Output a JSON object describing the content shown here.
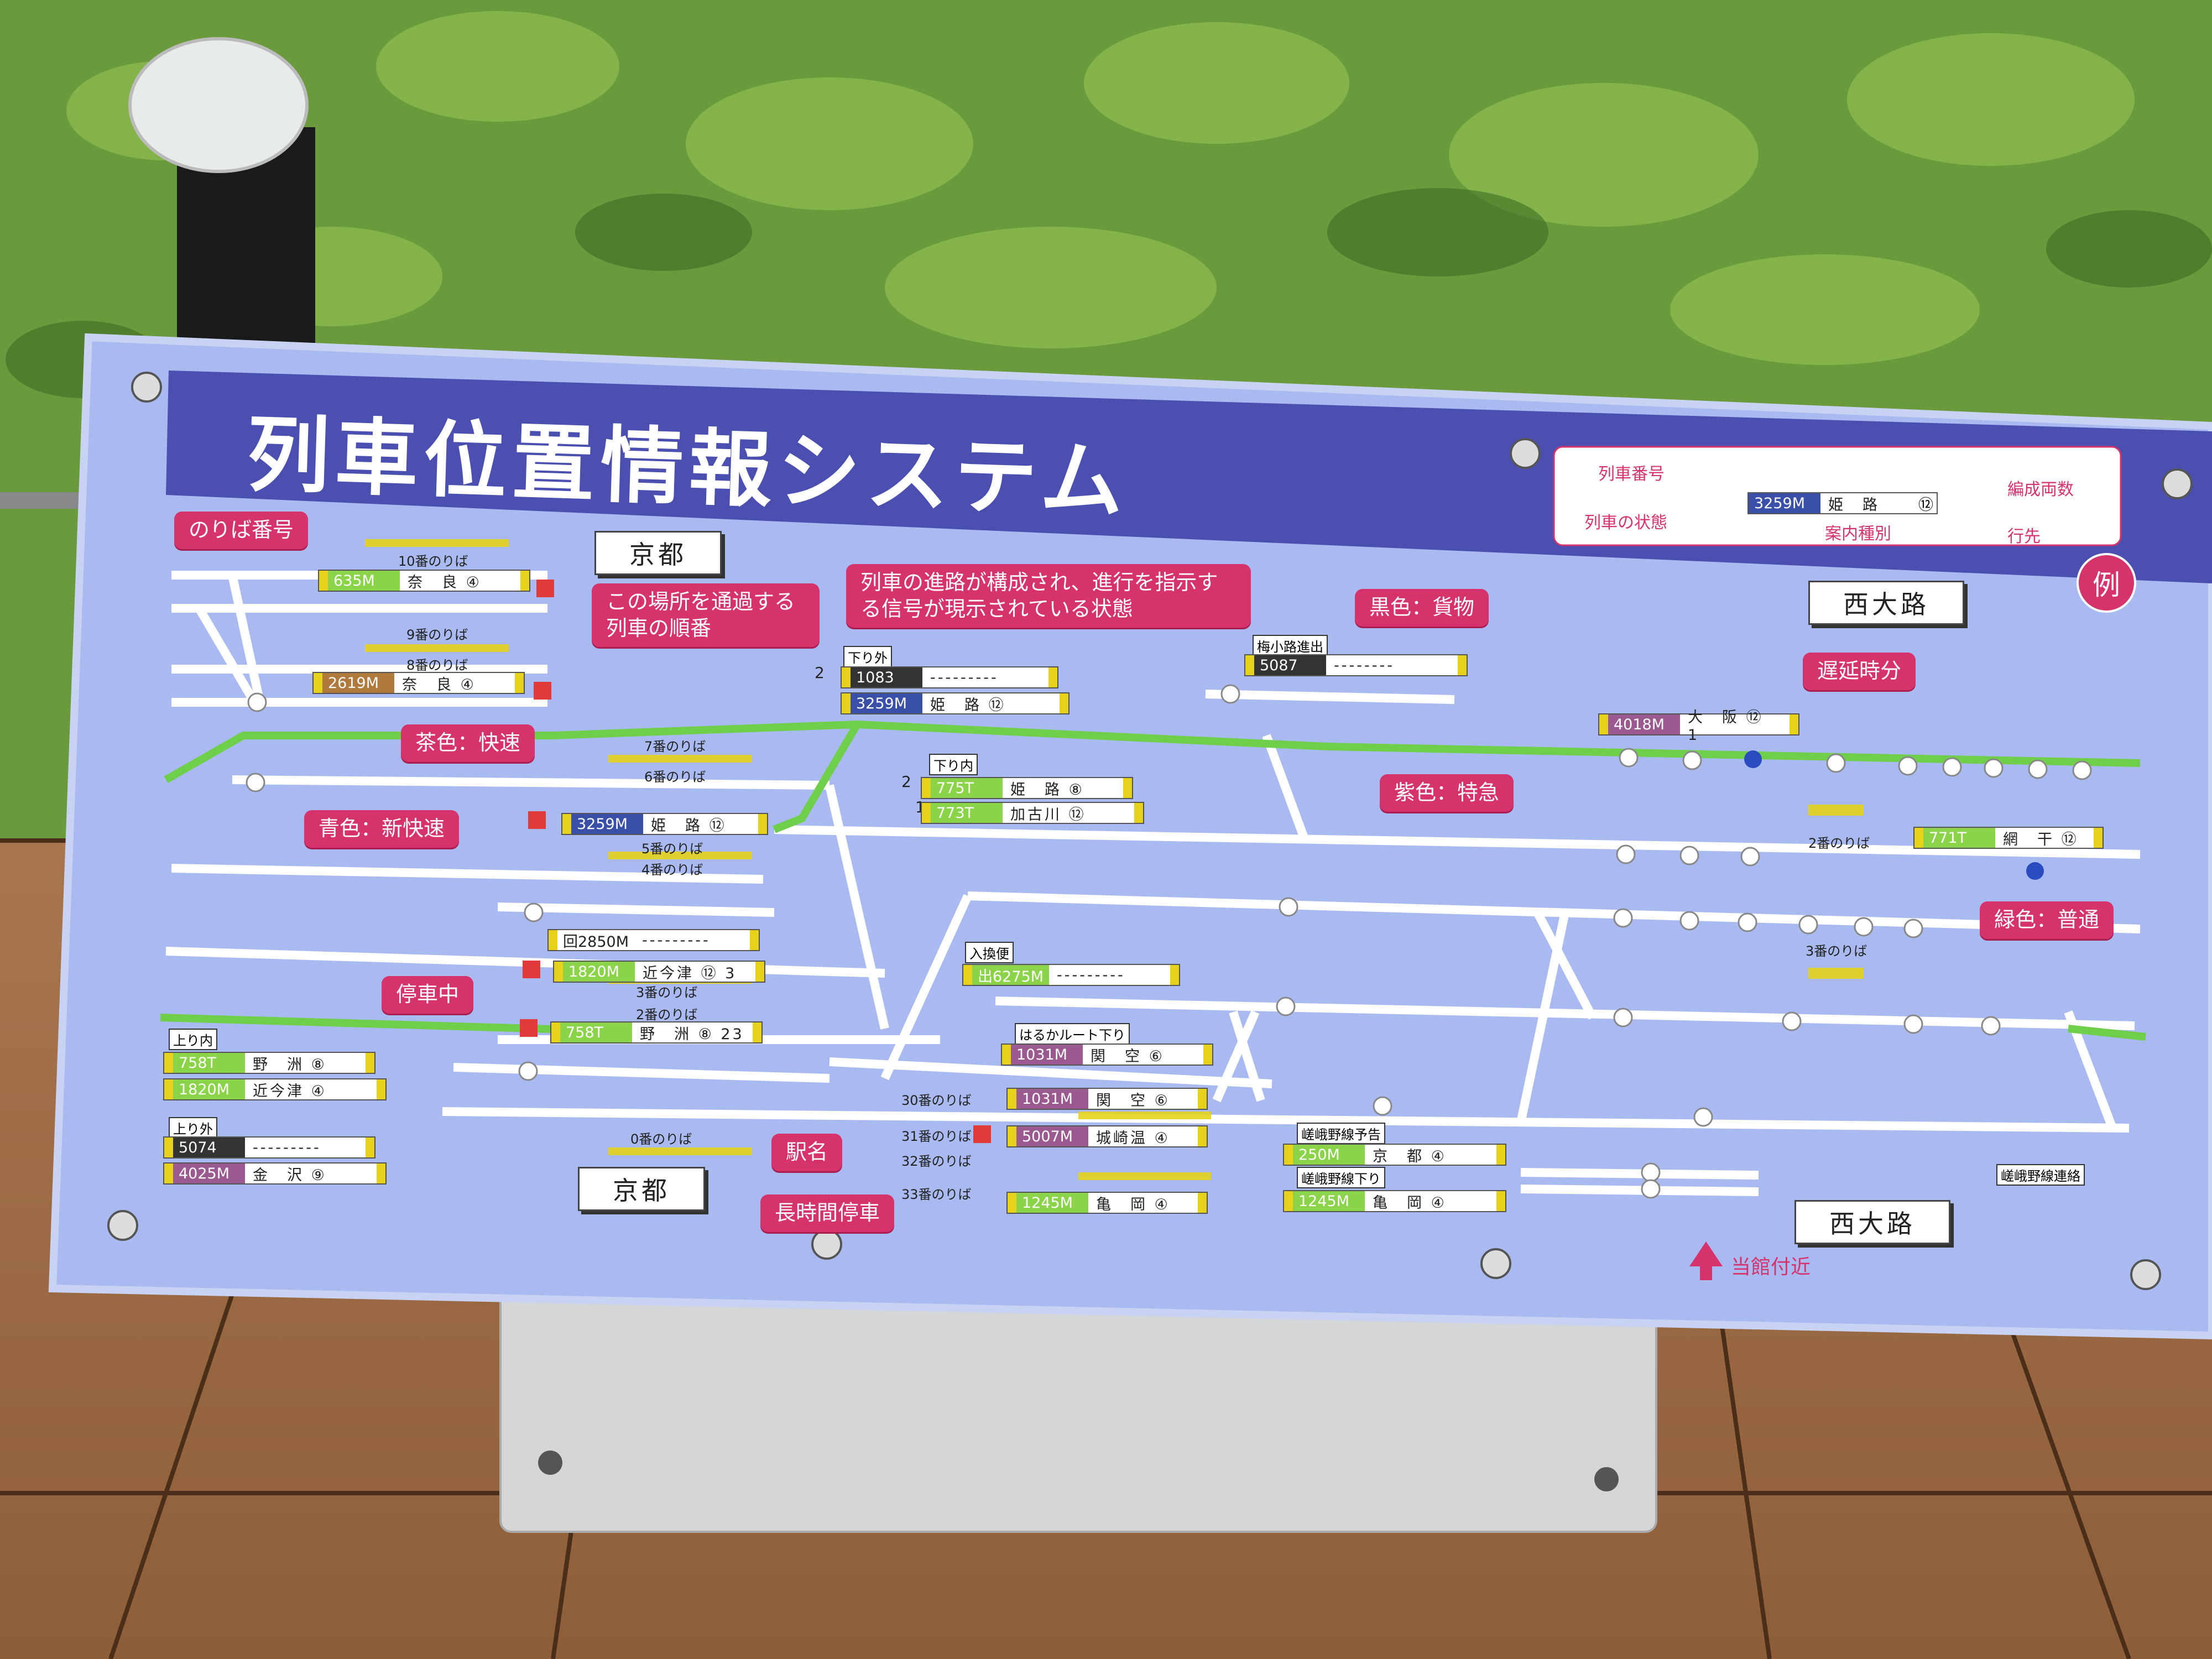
{
  "board": {
    "title": "列車位置情報システム",
    "legend": {
      "train_number": "列車番号",
      "train_status": "列車の状態",
      "guide_type": "案内種別",
      "cars": "編成両数",
      "destination": "行先",
      "sample_number": "3259M",
      "sample_destination": "姫　路",
      "sample_cars": "⑫",
      "example": "例"
    },
    "callouts": {
      "platform_number": "のりば番号",
      "passing_order": "この場所を通過する列車の順番",
      "route_set": "列車の進路が構成され、進行を指示する信号が現示されている状態",
      "black_freight": "黒色：貨物",
      "brown_rapid": "茶色：快速",
      "blue_special_rapid": "青色：新快速",
      "purple_limited_express": "紫色：特急",
      "delay": "遅延時分",
      "green_local": "緑色：普通",
      "stopped": "停車中",
      "station_name": "駅名",
      "long_stop": "長時間停車"
    },
    "stations": {
      "kyoto_top": "京都",
      "kyoto_bottom": "京都",
      "nishioji_top": "西大路",
      "nishioji_bottom": "西大路"
    },
    "platforms": [
      "10番のりば",
      "9番のりば",
      "8番のりば",
      "7番のりば",
      "6番のりば",
      "5番のりば",
      "4番のりば",
      "3番のりば",
      "2番のりば",
      "0番のりば",
      "30番のりば",
      "31番のりば",
      "32番のりば",
      "33番のりば",
      "2番のりば",
      "3番のりば"
    ],
    "tags": {
      "down_outer": "下り外",
      "down_inner": "下り内",
      "up_inner": "上り内",
      "up_outer": "上り外",
      "umekoji": "梅小路進出",
      "exchange": "入換便",
      "haruka": "はるかルート下り",
      "sagano_notice": "嵯峨野線予告",
      "sagano_down": "嵯峨野線下り",
      "sagano_link": "嵯峨野線連絡",
      "here": "当館付近"
    },
    "trains": [
      {
        "id": "t1",
        "number": "635M",
        "dest": "奈　良 ④",
        "color": "#8bd44a"
      },
      {
        "id": "t2",
        "number": "2619M",
        "dest": "奈　良 ④",
        "color": "#b07a3c"
      },
      {
        "id": "t3",
        "number": "3259M",
        "dest": "姫　路 ⑫",
        "color": "#3a4fa8"
      },
      {
        "id": "t4",
        "number": "1820M",
        "dest": "近今津 ⑫ 3",
        "color": "#8bd44a"
      },
      {
        "id": "t5",
        "number": "758T",
        "dest": "野　洲 ⑧ 23",
        "color": "#8bd44a"
      },
      {
        "id": "t6",
        "number": "758T",
        "dest": "野　洲 ⑧",
        "color": "#8bd44a"
      },
      {
        "id": "t7",
        "number": "1820M",
        "dest": "近今津 ④",
        "color": "#8bd44a"
      },
      {
        "id": "t8",
        "number": "5074",
        "dest": "---------",
        "color": "#333333"
      },
      {
        "id": "t9",
        "number": "4025M",
        "dest": "金　沢 ⑨",
        "color": "#9a5a90"
      },
      {
        "id": "t10",
        "number": "1083",
        "dest": "---------",
        "color": "#333333"
      },
      {
        "id": "t11",
        "number": "3259M",
        "dest": "姫　路 ⑫",
        "color": "#3a4fa8"
      },
      {
        "id": "t12",
        "number": "775T",
        "dest": "姫　路 ⑧",
        "color": "#8bd44a"
      },
      {
        "id": "t13",
        "number": "773T",
        "dest": "加古川 ⑫",
        "color": "#8bd44a"
      },
      {
        "id": "t14",
        "number": "5087",
        "dest": "--------",
        "color": "#333333"
      },
      {
        "id": "t15",
        "number": "4018M",
        "dest": "大　阪 ⑫ 1",
        "color": "#9a5a90"
      },
      {
        "id": "t16",
        "number": "771T",
        "dest": "網　干 ⑫",
        "color": "#8bd44a"
      },
      {
        "id": "t17",
        "number": "回2850M",
        "dest": "---------",
        "color": "#ffffff"
      },
      {
        "id": "t18",
        "number": "出6275M",
        "dest": "---------",
        "color": "#8bd44a"
      },
      {
        "id": "t19",
        "number": "1031M",
        "dest": "関　空 ⑥",
        "color": "#9a5a90"
      },
      {
        "id": "t20",
        "number": "1031M",
        "dest": "関　空 ⑥",
        "color": "#9a5a90"
      },
      {
        "id": "t21",
        "number": "5007M",
        "dest": "城崎温 ④",
        "color": "#9a5a90"
      },
      {
        "id": "t22",
        "number": "1245M",
        "dest": "亀　岡 ④",
        "color": "#8bd44a"
      },
      {
        "id": "t23",
        "number": "250M",
        "dest": "京　都 ④",
        "color": "#8bd44a"
      },
      {
        "id": "t24",
        "number": "1245M",
        "dest": "亀　岡 ④",
        "color": "#8bd44a"
      }
    ],
    "order_labels": {
      "two_a": "2",
      "two_b": "2",
      "one": "1"
    },
    "colors": {
      "panel": "#a9baf0",
      "header": "#4a4fb0",
      "track": "#ffffff",
      "green_track": "#6fcf4a",
      "callout": "#d6336c",
      "signal_red": "#e23a3a",
      "signal_blue": "#2a4cc0",
      "yellow": "#e6d21c"
    }
  }
}
